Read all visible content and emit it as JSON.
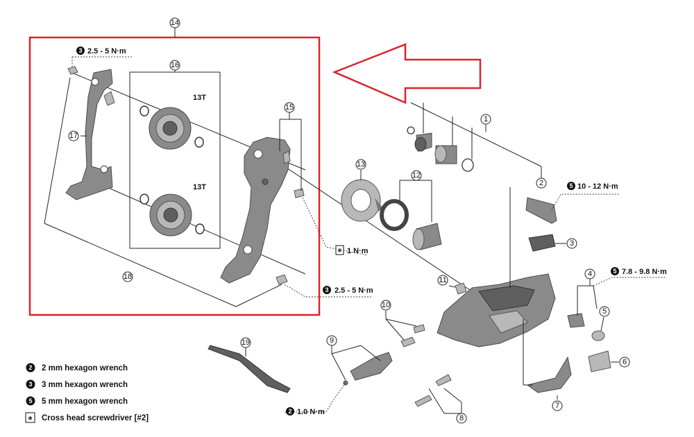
{
  "callouts": [
    "1",
    "2",
    "3",
    "4",
    "5",
    "6",
    "7",
    "8",
    "9",
    "10",
    "11",
    "12",
    "13",
    "14",
    "15",
    "16",
    "17",
    "18",
    "19"
  ],
  "labels": {
    "teeth_upper": "13T",
    "teeth_lower": "13T"
  },
  "torques": {
    "t_top_bolt": {
      "tool": "3",
      "value": "2.5 - 5 N·m"
    },
    "t_axle_bolt": {
      "tool": "5",
      "value": "10 - 12 N·m"
    },
    "t_adjust": {
      "tool": "5",
      "value": "7.8 - 9.8 N·m"
    },
    "t_stopper": {
      "tool": "screwdriver",
      "value": "1 N·m"
    },
    "t_bottom_bolt": {
      "tool": "3",
      "value": "2.5 - 5 N·m"
    },
    "t_guide": {
      "tool": "2",
      "value": "1.0 N·m"
    }
  },
  "legend": [
    {
      "tool": "2",
      "text": "2 mm hexagon wrench"
    },
    {
      "tool": "3",
      "text": "3 mm hexagon wrench"
    },
    {
      "tool": "5",
      "text": "5 mm hexagon wrench"
    },
    {
      "tool": "screwdriver",
      "text": "Cross head screwdriver [#2]"
    }
  ],
  "highlight_color": "#d9232d"
}
